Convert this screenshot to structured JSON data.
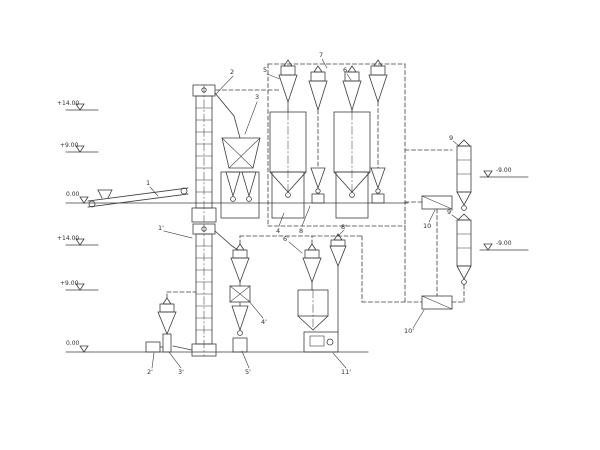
{
  "page": {
    "background": "#ffffff",
    "line_color": "#3d3d3d",
    "label_color": "#2f2f2f"
  },
  "elevations": {
    "top_14": "+14.00",
    "top_9": "+9.00",
    "top_0": "0.00",
    "bottom_14": "+14.00",
    "bottom_9": "+9.00",
    "bottom_0": "0.00",
    "right_upper": "-9.00",
    "right_lower": "-9.00"
  },
  "callouts": {
    "c1": "1",
    "c2": "2",
    "c3": "3",
    "c4": "4",
    "c5": "5",
    "c6": "6",
    "c7": "7",
    "c8": "8",
    "c9": "9",
    "c9p": "9'",
    "c10": "10",
    "c10p": "10'",
    "c1p": "1'",
    "c2p": "2'",
    "c3p": "3'",
    "c4p": "4'",
    "c5p": "5'",
    "c6p": "6'",
    "c8p": "8'",
    "c11p": "11'"
  }
}
